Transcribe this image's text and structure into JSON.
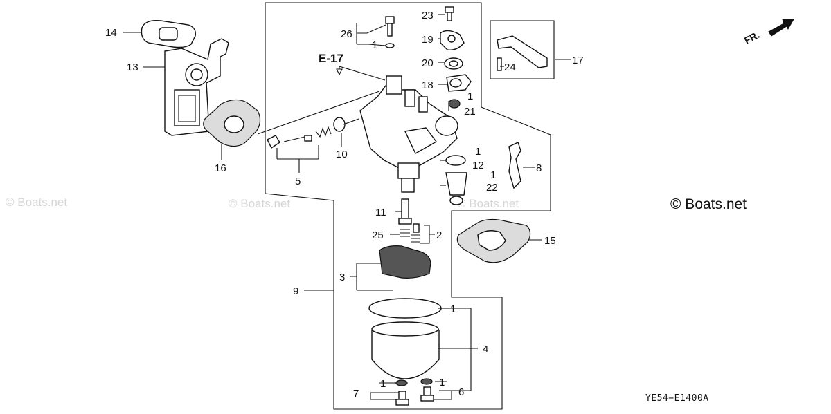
{
  "callouts": {
    "c1a": "1",
    "c1b": "1",
    "c1c": "1",
    "c1d": "1",
    "c1e": "1",
    "c1f": "1",
    "c1g": "1",
    "c2": "2",
    "c3": "3",
    "c4": "4",
    "c5": "5",
    "c6": "6",
    "c7": "7",
    "c8": "8",
    "c9": "9",
    "c10": "10",
    "c11": "11",
    "c12": "12",
    "c13": "13",
    "c14": "14",
    "c15": "15",
    "c16": "16",
    "c17": "17",
    "c18": "18",
    "c19": "19",
    "c20": "20",
    "c21": "21",
    "c22": "22",
    "c23": "23",
    "c24": "24",
    "c25": "25",
    "c26": "26"
  },
  "reference": "E-17",
  "direction_label": "FR.",
  "diagram_code": "YE54−E1400A",
  "copyright": "© Boats.net",
  "watermarks": {
    "w1": "© Boats.net",
    "w2": "© Boats.net",
    "w3": "© Boats.net"
  }
}
